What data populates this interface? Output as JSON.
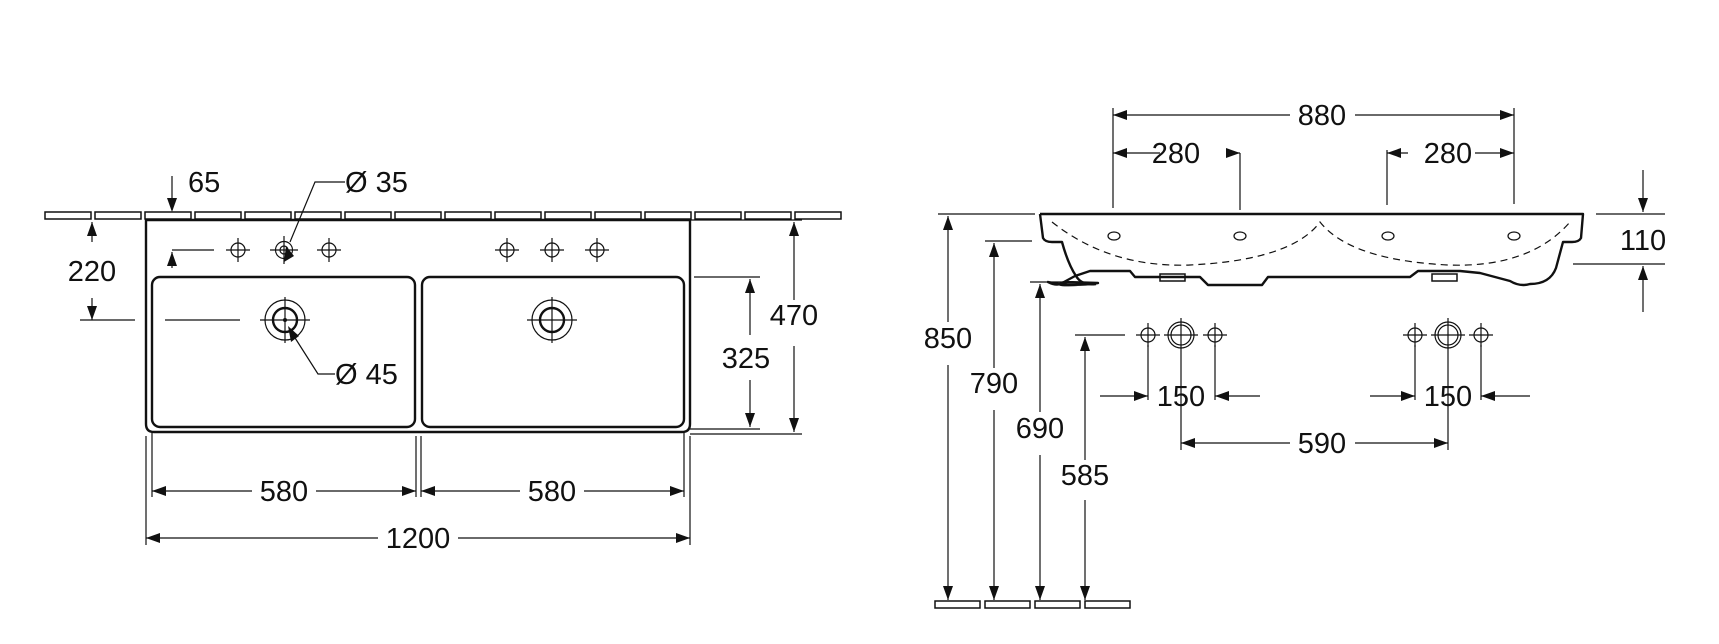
{
  "colors": {
    "line": "#111111",
    "background": "#ffffff"
  },
  "top_view": {
    "overall_width": "1200",
    "bowl_width_left": "580",
    "bowl_width_right": "580",
    "depth": "470",
    "bowl_depth": "325",
    "tap_hole_offset": "220",
    "edge_distance": "65",
    "tap_hole_diameter": "Ø 35",
    "waste_diameter": "Ø 45"
  },
  "side_view": {
    "total_width": "880",
    "left_offset": "280",
    "right_offset": "280",
    "rim_thickness": "110",
    "height_top": "850",
    "height_bottom_edge": "790",
    "height_bowl_bottom": "690",
    "height_supply": "585",
    "supply_spacing_left": "150",
    "supply_spacing_right": "150",
    "supply_center_distance": "590"
  }
}
